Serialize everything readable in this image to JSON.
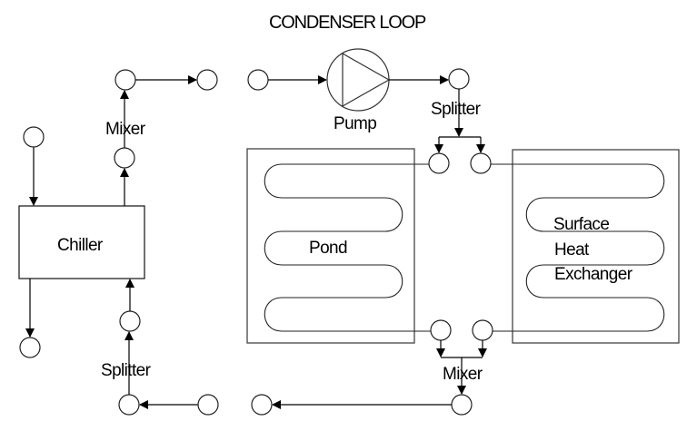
{
  "title": "CONDENSER LOOP",
  "labels": {
    "chiller": "Chiller",
    "pump": "Pump",
    "pond": "Pond",
    "shx_line1": "Surface",
    "shx_line2": "Heat",
    "shx_line3": "Exchanger",
    "mixer_left": "Mixer",
    "splitter_left": "Splitter",
    "splitter_right": "Splitter",
    "mixer_right": "Mixer"
  },
  "components": [
    {
      "id": "chiller",
      "type": "chiller"
    },
    {
      "id": "pump",
      "type": "pump"
    },
    {
      "id": "pond",
      "type": "ground heat exchanger"
    },
    {
      "id": "surface-heat-exchanger",
      "type": "surface heat exchanger"
    },
    {
      "id": "splitter-supply",
      "type": "splitter"
    },
    {
      "id": "mixer-supply",
      "type": "mixer"
    },
    {
      "id": "splitter-demand",
      "type": "splitter"
    },
    {
      "id": "mixer-demand",
      "type": "mixer"
    }
  ]
}
